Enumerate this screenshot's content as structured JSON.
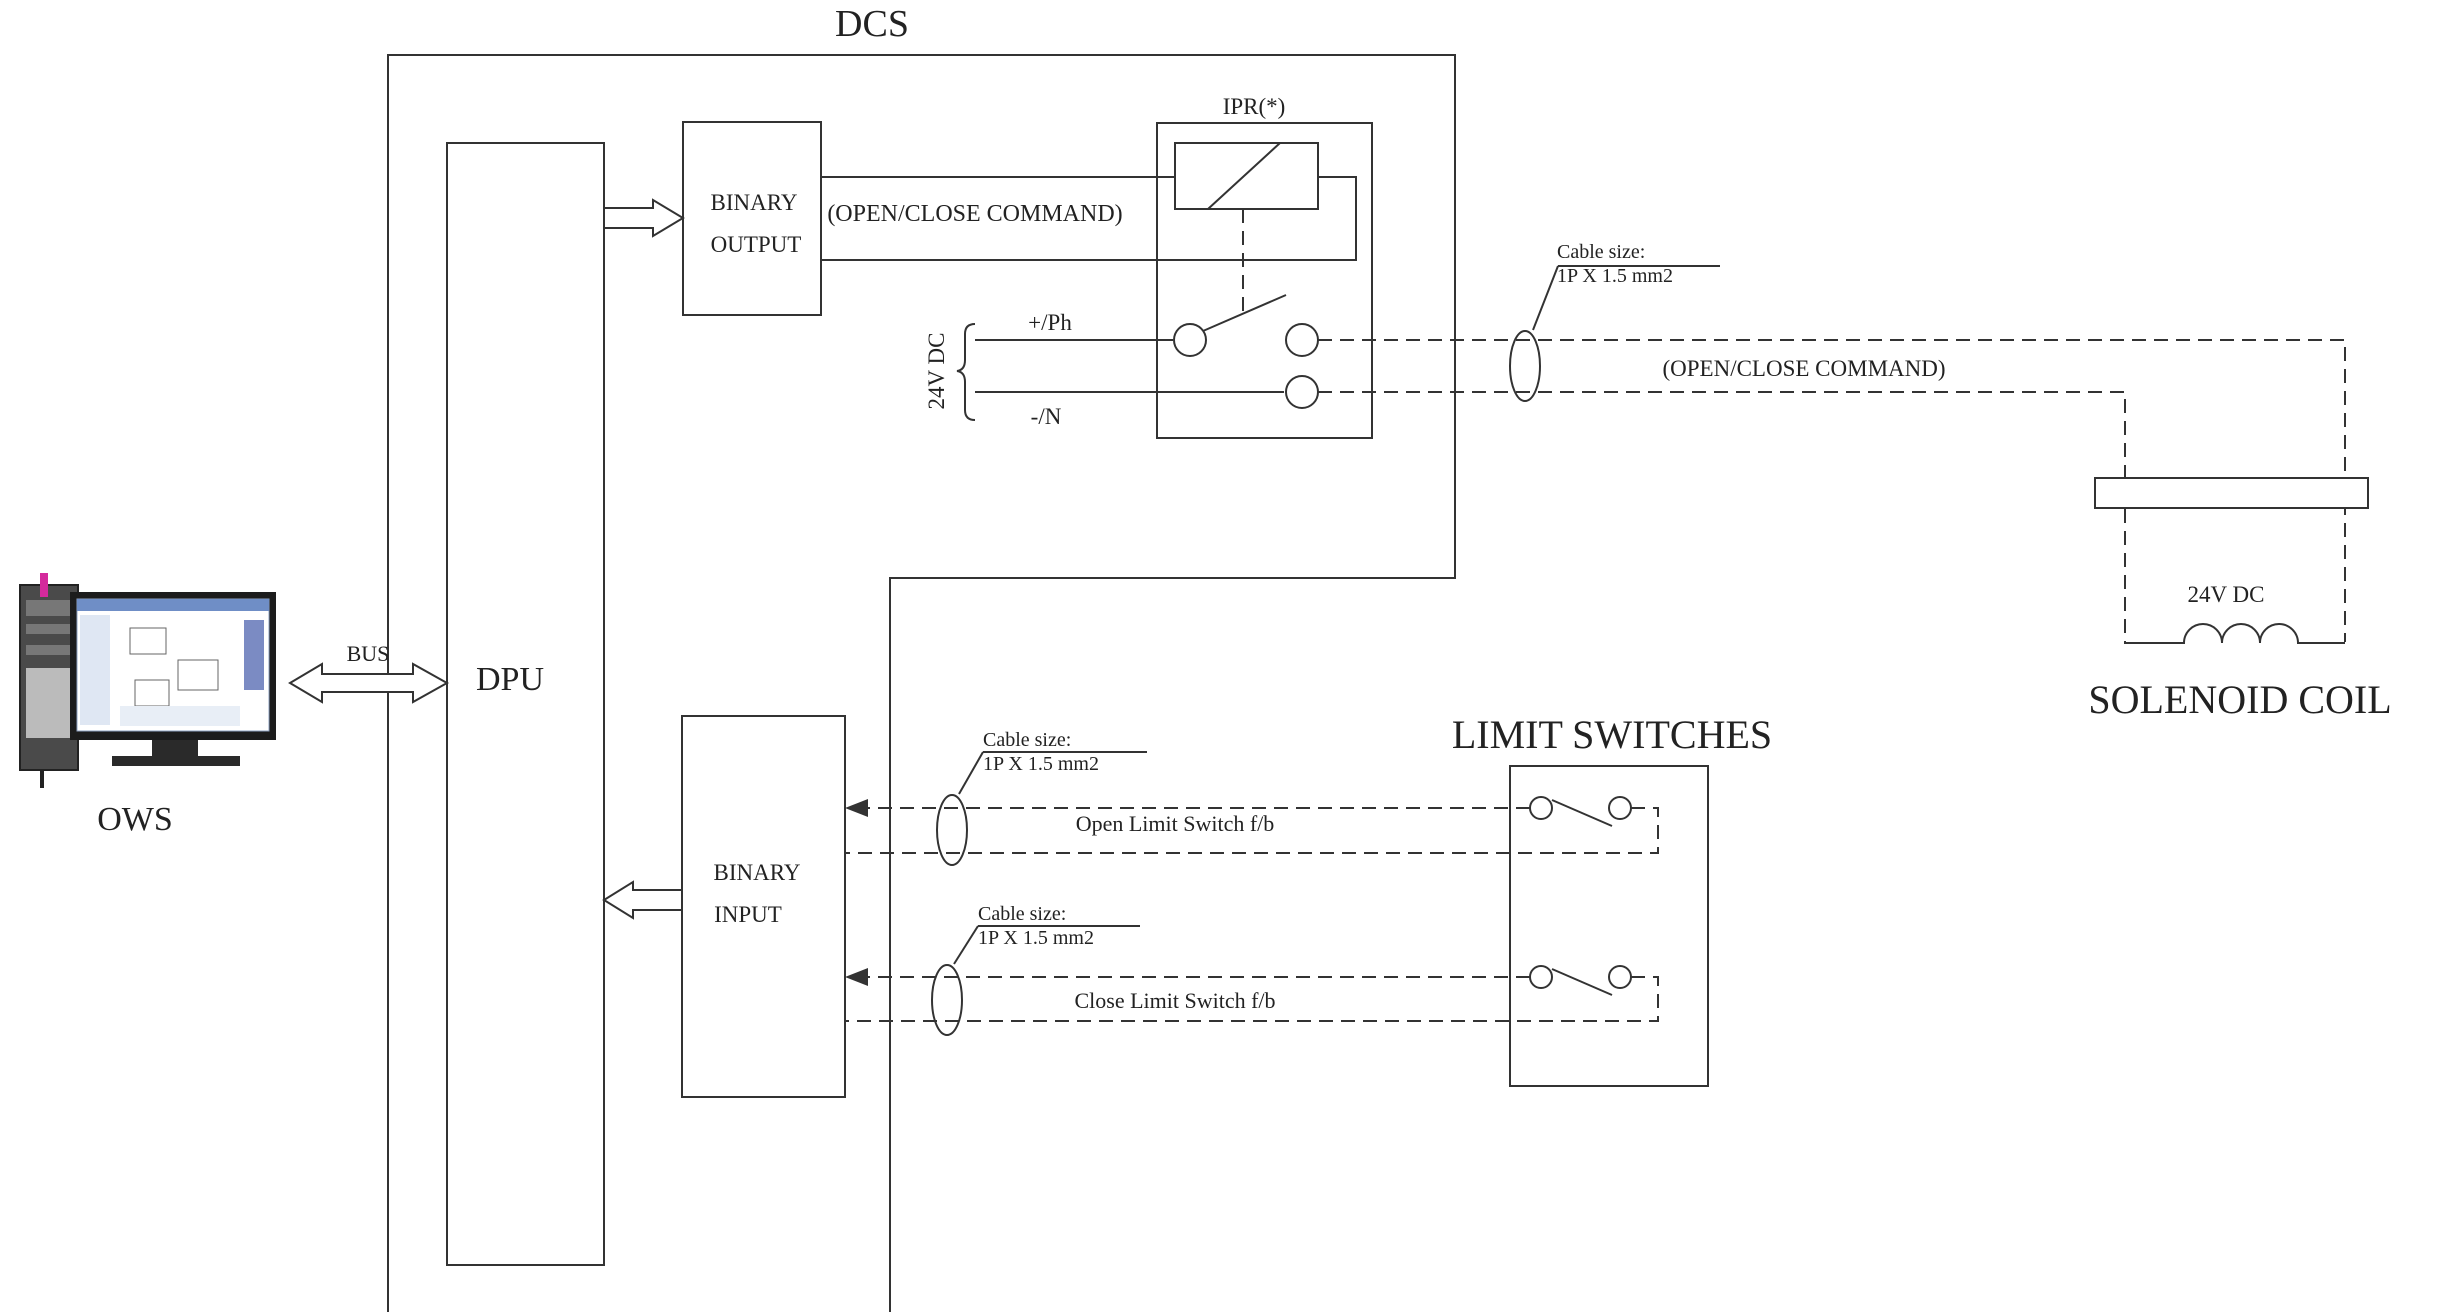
{
  "labels": {
    "dcs": "DCS",
    "dpu": "DPU",
    "bus": "BUS",
    "ows": "OWS",
    "binary_output_line1": "BINARY",
    "binary_output_line2": "OUTPUT",
    "binary_input_line1": "BINARY",
    "binary_input_line2": "INPUT",
    "ipr": "IPR(*)",
    "open_close_command": "(OPEN/CLOSE COMMAND)",
    "open_close_command_field": "(OPEN/CLOSE COMMAND)",
    "supply_24vdc": "24V DC",
    "positive_phase": "+/Ph",
    "negative_neutral": "-/N",
    "cable_size_label": "Cable size:",
    "cable_size_value": "1P X 1.5 mm2",
    "coil_voltage": "24V DC",
    "solenoid_coil": "SOLENOID COIL",
    "limit_switches": "LIMIT SWITCHES",
    "open_limit_fb": "Open Limit Switch f/b",
    "close_limit_fb": "Close Limit Switch f/b"
  }
}
